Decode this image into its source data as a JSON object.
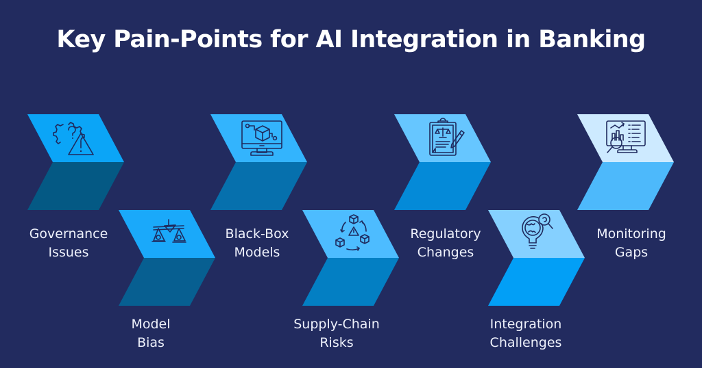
{
  "title": "Key Pain-Points for AI Integration in Banking",
  "background_color": "#222b5f",
  "steps": [
    {
      "line1": "Governance",
      "line2": "Issues",
      "icon": "gear-question-warning-icon",
      "top_color": "#0ba5f7",
      "bottom_color": "#045984",
      "row": "upper"
    },
    {
      "line1": "Model",
      "line2": "Bias",
      "icon": "balance-scale-icon",
      "top_color": "#1aa9fa",
      "bottom_color": "#075f91",
      "row": "lower"
    },
    {
      "line1": "Black-Box",
      "line2": "Models",
      "icon": "monitor-cube-icon",
      "top_color": "#33b4fd",
      "bottom_color": "#0670ad",
      "row": "upper"
    },
    {
      "line1": "Supply-Chain",
      "line2": "Risks",
      "icon": "cycle-cubes-warning-icon",
      "top_color": "#4dbcff",
      "bottom_color": "#037fc3",
      "row": "lower"
    },
    {
      "line1": "Regulatory",
      "line2": "Changes",
      "icon": "clipboard-law-pen-icon",
      "top_color": "#66c6ff",
      "bottom_color": "#048ad8",
      "row": "upper"
    },
    {
      "line1": "Integration",
      "line2": "Challenges",
      "icon": "bulb-globe-search-icon",
      "top_color": "#85d0ff",
      "bottom_color": "#029ff6",
      "row": "lower"
    },
    {
      "line1": "Monitoring",
      "line2": "Gaps",
      "icon": "monitor-analytics-search-icon",
      "top_color": "#cdeaff",
      "bottom_color": "#4db9fb",
      "row": "upper"
    }
  ]
}
